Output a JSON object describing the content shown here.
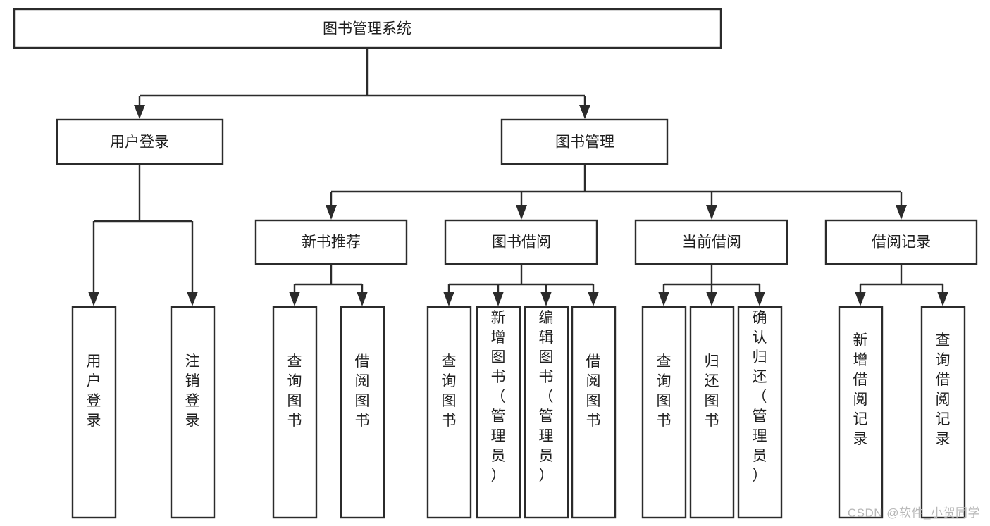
{
  "diagram": {
    "type": "tree-hierarchy",
    "title_node": {
      "id": "root",
      "label": "图书管理系统"
    },
    "level2": [
      {
        "id": "user-login",
        "label": "用户登录"
      },
      {
        "id": "book-manage",
        "label": "图书管理"
      }
    ],
    "level3": [
      {
        "id": "new-book-rec",
        "label": "新书推荐",
        "parent": "book-manage"
      },
      {
        "id": "book-borrow",
        "label": "图书借阅",
        "parent": "book-manage"
      },
      {
        "id": "current-borrow",
        "label": "当前借阅",
        "parent": "book-manage"
      },
      {
        "id": "borrow-record",
        "label": "借阅记录",
        "parent": "book-manage"
      }
    ],
    "leaves": [
      {
        "id": "leaf-user-login",
        "label": "用户登录",
        "parent": "user-login"
      },
      {
        "id": "leaf-logout-login",
        "label": "注销登录",
        "parent": "user-login"
      },
      {
        "id": "leaf-query-book-1",
        "label": "查询图书",
        "parent": "new-book-rec"
      },
      {
        "id": "leaf-borrow-book-1",
        "label": "借阅图书",
        "parent": "new-book-rec"
      },
      {
        "id": "leaf-query-book-2",
        "label": "查询图书",
        "parent": "book-borrow"
      },
      {
        "id": "leaf-add-book",
        "label": "新增图书（管理员）",
        "parent": "book-borrow"
      },
      {
        "id": "leaf-edit-book",
        "label": "编辑图书（管理员）",
        "parent": "book-borrow"
      },
      {
        "id": "leaf-borrow-book-2",
        "label": "借阅图书",
        "parent": "book-borrow"
      },
      {
        "id": "leaf-query-book-3",
        "label": "查询图书",
        "parent": "current-borrow"
      },
      {
        "id": "leaf-return-book",
        "label": "归还图书",
        "parent": "current-borrow"
      },
      {
        "id": "leaf-confirm-return",
        "label": "确认归还（管理员）",
        "parent": "current-borrow"
      },
      {
        "id": "leaf-add-record",
        "label": "新增借阅记录",
        "parent": "borrow-record"
      },
      {
        "id": "leaf-query-record",
        "label": "查询借阅记录",
        "parent": "borrow-record"
      }
    ],
    "colors": {
      "stroke": "#2b2b2b",
      "fill": "#ffffff",
      "text": "#1f1f1f",
      "watermark": "#b7b7b7"
    }
  },
  "watermark": {
    "text": "CSDN @软件_小贺同学"
  }
}
